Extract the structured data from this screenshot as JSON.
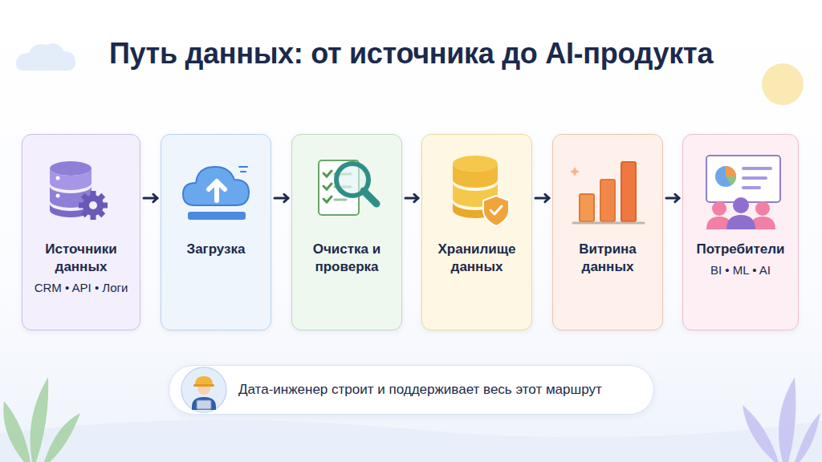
{
  "diagram": {
    "title": "Путь данных: от источника до AI-продукта",
    "nodes": [
      {
        "text": [
          "Источники данных",
          "CRM • API • Логи"
        ]
      },
      {
        "text": [
          "Загрузка"
        ]
      },
      {
        "text": [
          "Очистка и проверка"
        ]
      },
      {
        "text": [
          "Хранилище данных"
        ]
      },
      {
        "text": [
          "Витрина данных"
        ]
      },
      {
        "text": [
          "Потребители",
          "BI • ML • AI"
        ]
      },
      {
        "text": [
          "Дата-инженер строит и поддерживает весь этот маршрут"
        ]
      }
    ],
    "edges": [
      {
        "from": 0,
        "to": 1,
        "arrow": "to"
      },
      {
        "from": 1,
        "to": 2,
        "arrow": "to"
      },
      {
        "from": 2,
        "to": 3,
        "arrow": "to"
      },
      {
        "from": 3,
        "to": 4,
        "arrow": "to"
      },
      {
        "from": 4,
        "to": 5,
        "arrow": "to"
      }
    ]
  }
}
